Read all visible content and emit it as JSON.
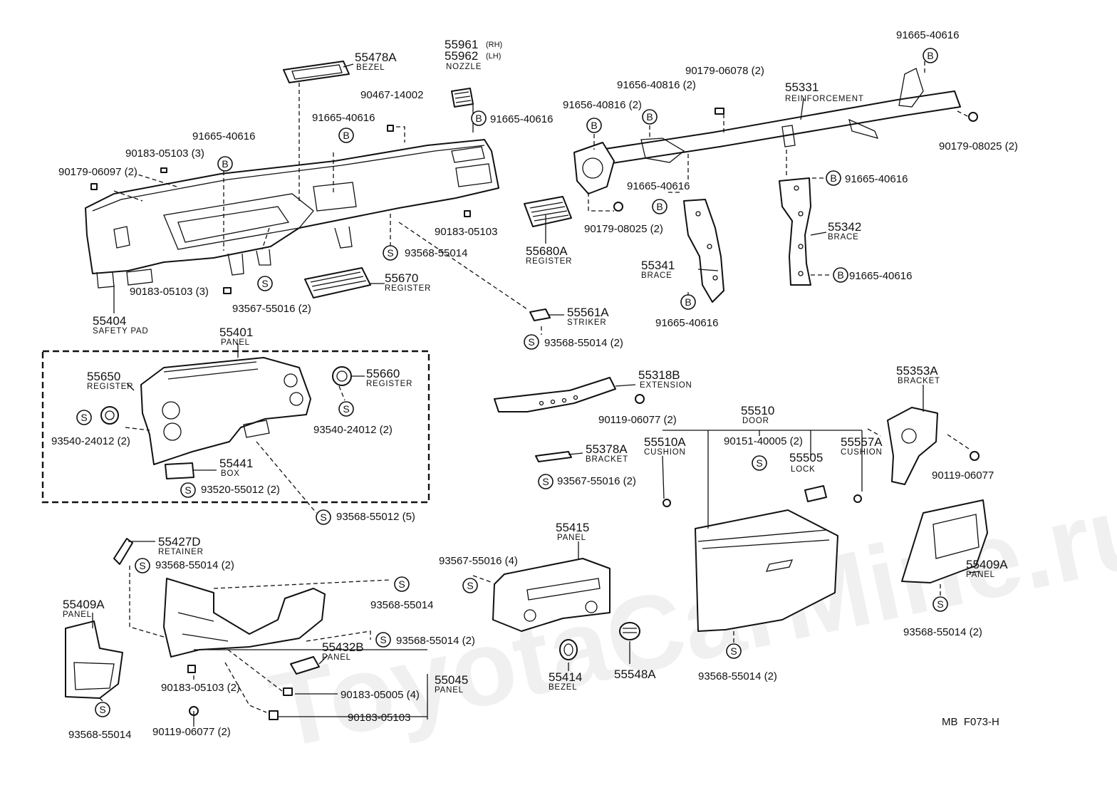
{
  "watermark": "ToyotaCarMine.ru",
  "figure_code": "MB  F073-H",
  "symbols": {
    "bolt": "B",
    "screw": "S"
  },
  "parts": {
    "p55478a": {
      "no": "55478A",
      "name": "BEZEL"
    },
    "p55961": {
      "no": "55961",
      "tag": "(RH)"
    },
    "p55962": {
      "no": "55962",
      "tag": "(LH)",
      "name": "NOZZLE"
    },
    "p55331": {
      "no": "55331",
      "name": "REINFORCEMENT"
    },
    "p55680a": {
      "no": "55680A",
      "name": "REGISTER"
    },
    "p55670": {
      "no": "55670",
      "name": "REGISTER"
    },
    "p55404": {
      "no": "55404",
      "name": "SAFETY PAD"
    },
    "p55561a": {
      "no": "55561A",
      "name": "STRIKER"
    },
    "p55342": {
      "no": "55342",
      "name": "BRACE"
    },
    "p55341": {
      "no": "55341",
      "name": "BRACE"
    },
    "p55401": {
      "no": "55401",
      "name": "PANEL"
    },
    "p55650": {
      "no": "55650",
      "name": "REGISTER"
    },
    "p55660": {
      "no": "55660",
      "name": "REGISTER"
    },
    "p55441": {
      "no": "55441",
      "name": "BOX"
    },
    "p55318b": {
      "no": "55318B",
      "name": "EXTENSION"
    },
    "p55510": {
      "no": "55510",
      "name": "DOOR"
    },
    "p55510a": {
      "no": "55510A",
      "name": "CUSHION"
    },
    "p55505": {
      "no": "55505",
      "name": "LOCK"
    },
    "p55557a": {
      "no": "55557A",
      "name": "CUSHION"
    },
    "p55353a": {
      "no": "55353A",
      "name": "BRACKET"
    },
    "p55378a": {
      "no": "55378A",
      "name": "BRACKET"
    },
    "p55427d": {
      "no": "55427D",
      "name": "RETAINER"
    },
    "p55415": {
      "no": "55415",
      "name": "PANEL"
    },
    "p55409a_l": {
      "no": "55409A",
      "name": "PANEL"
    },
    "p55409a_r": {
      "no": "55409A",
      "name": "PANEL"
    },
    "p55432b": {
      "no": "55432B",
      "name": "PANEL"
    },
    "p55045": {
      "no": "55045",
      "name": "PANEL"
    },
    "p55414": {
      "no": "55414",
      "name": "BEZEL"
    },
    "p55548a": {
      "no": "55548A"
    }
  },
  "fasteners": {
    "f01": "91665-40616",
    "f02": "91656-40816 (2)",
    "f03": "90179-06078 (2)",
    "f04": "90467-14002",
    "f05": "91665-40616",
    "f06": "91665-40616",
    "f07": "91665-40616",
    "f08": "90183-05103 (3)",
    "f09": "90179-06097 (2)",
    "f10": "91656-40816 (2)",
    "f11": "90179-08025 (2)",
    "f12": "91665-40616",
    "f13": "91665-40616",
    "f14": "90183-05103",
    "f15": "90179-08025 (2)",
    "f16": "93568-55014",
    "f17": "90183-05103 (3)",
    "f18": "93567-55016 (2)",
    "f19": "91665-40616",
    "f20": "91665-40616",
    "f21": "93568-55014 (2)",
    "f22": "93540-24012 (2)",
    "f23": "93540-24012 (2)",
    "f24": "93520-55012 (2)",
    "f25": "93568-55012 (5)",
    "f26": "90119-06077 (2)",
    "f27": "90151-40005 (2)",
    "f28": "93567-55016 (2)",
    "f29": "90119-06077",
    "f30": "93568-55014 (2)",
    "f31": "93567-55016 (4)",
    "f32": "93568-55014",
    "f33": "93568-55014 (2)",
    "f34": "90183-05103 (2)",
    "f35": "90183-05005 (4)",
    "f36": "90183-05103",
    "f37": "90119-06077 (2)",
    "f38": "93568-55014",
    "f39": "93568-55014 (2)",
    "f40": "93568-55014 (2)"
  }
}
